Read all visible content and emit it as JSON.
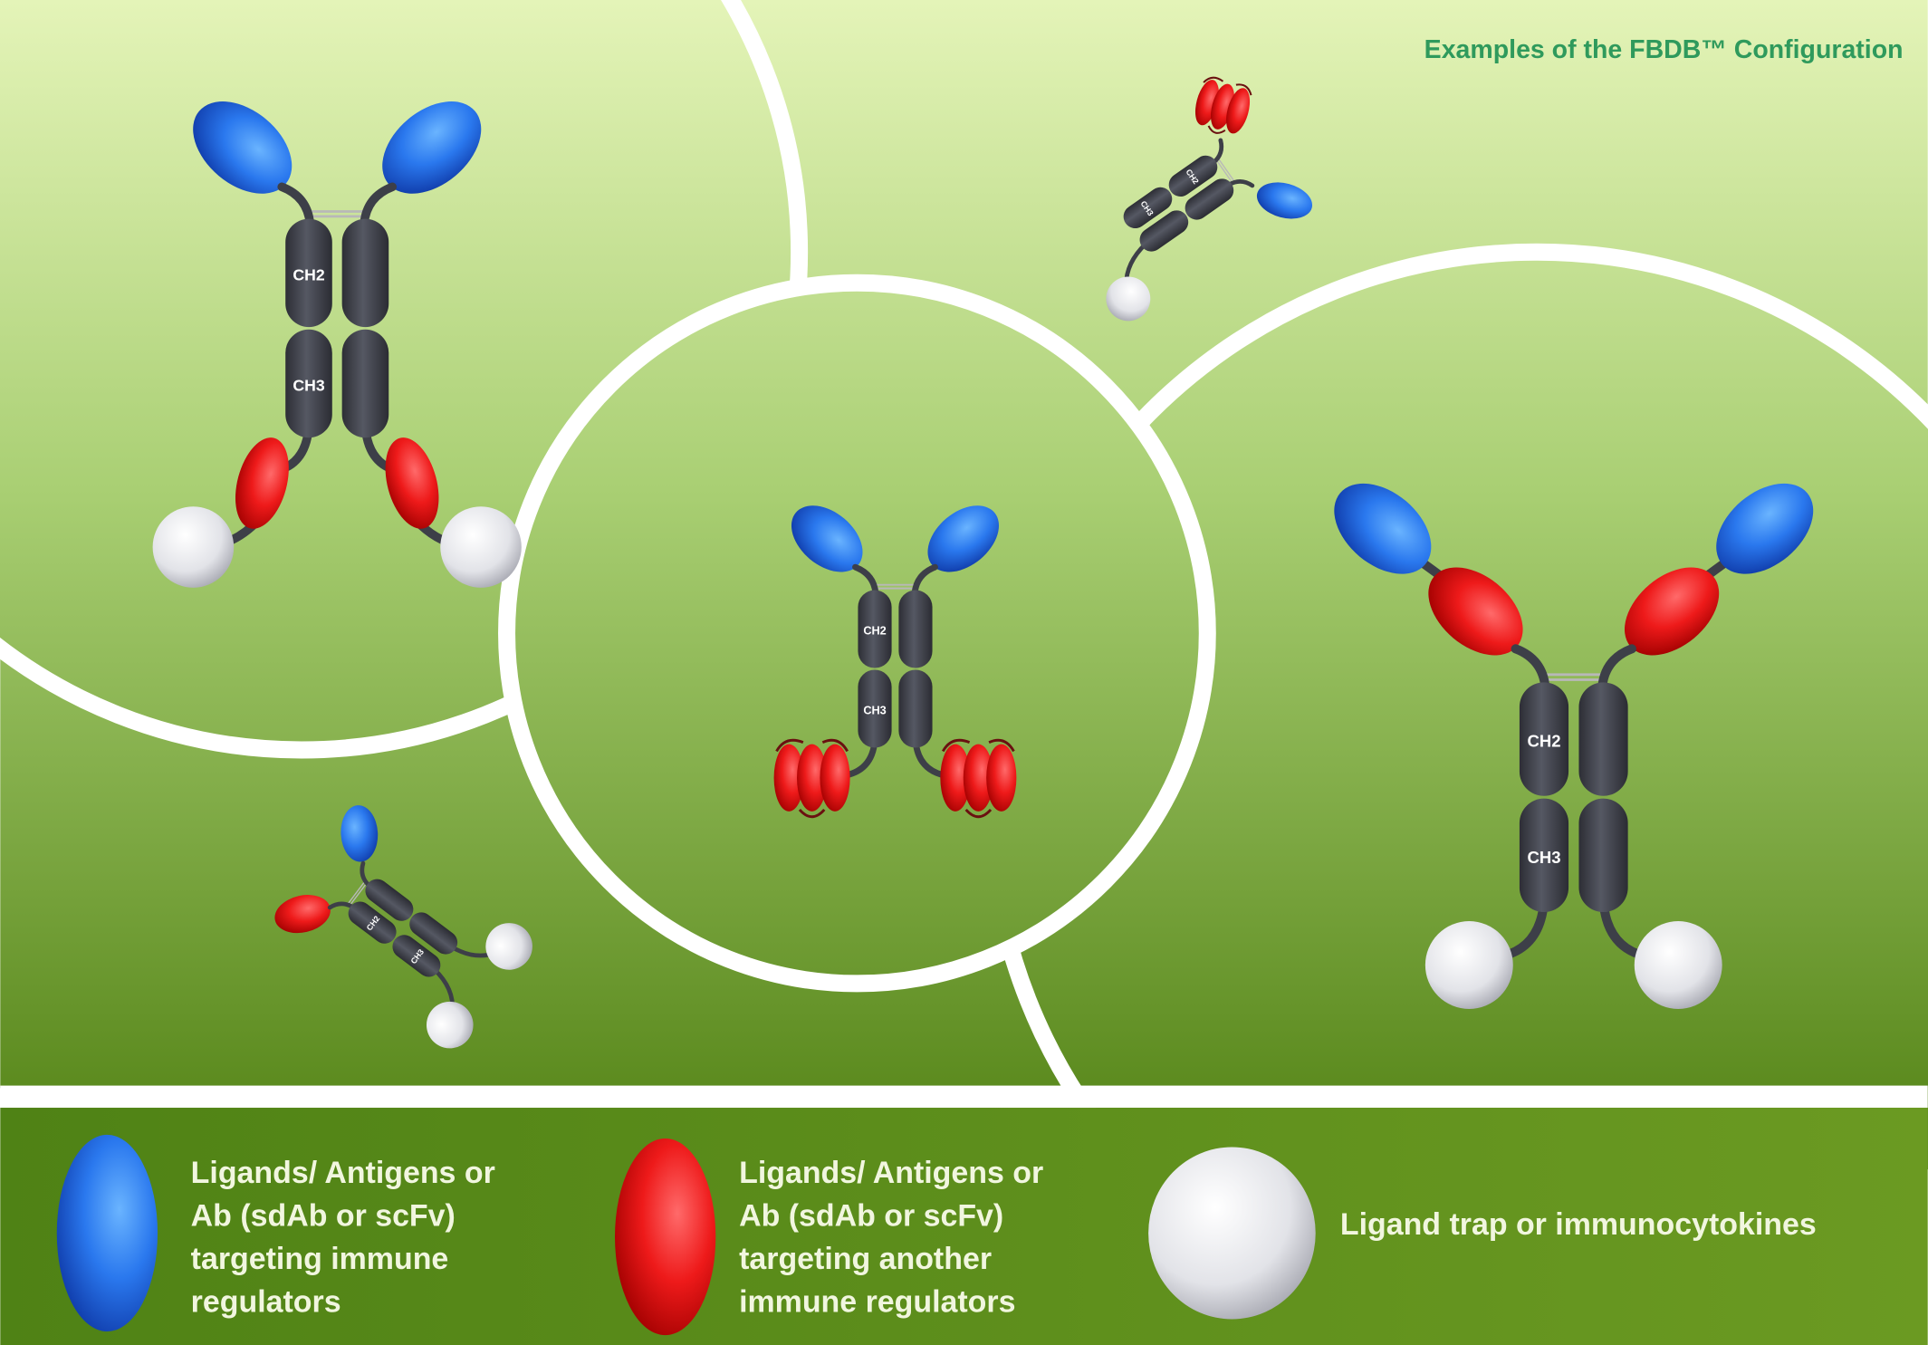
{
  "title": "Examples of the FBDB™ Configuration",
  "domain_labels": {
    "ch2": "CH2",
    "ch3": "CH3"
  },
  "legend": [
    {
      "color": "blue",
      "lines": [
        "Ligands/ Antigens or",
        "Ab (sdAb or scFv)",
        "targeting immune",
        "regulators"
      ]
    },
    {
      "color": "red",
      "lines": [
        "Ligands/ Antigens or",
        "Ab (sdAb or scFv)",
        "targeting another",
        "immune regulators"
      ]
    },
    {
      "color": "white",
      "lines": [
        "Ligand trap or immunocytokines"
      ]
    }
  ],
  "colors": {
    "blue": "#1f6fe6",
    "red": "#e01818",
    "white": "#e8e9ee",
    "domain": "#3d3f48",
    "title": "#2f9a5c",
    "legend_bg": "#5b8a1c"
  }
}
